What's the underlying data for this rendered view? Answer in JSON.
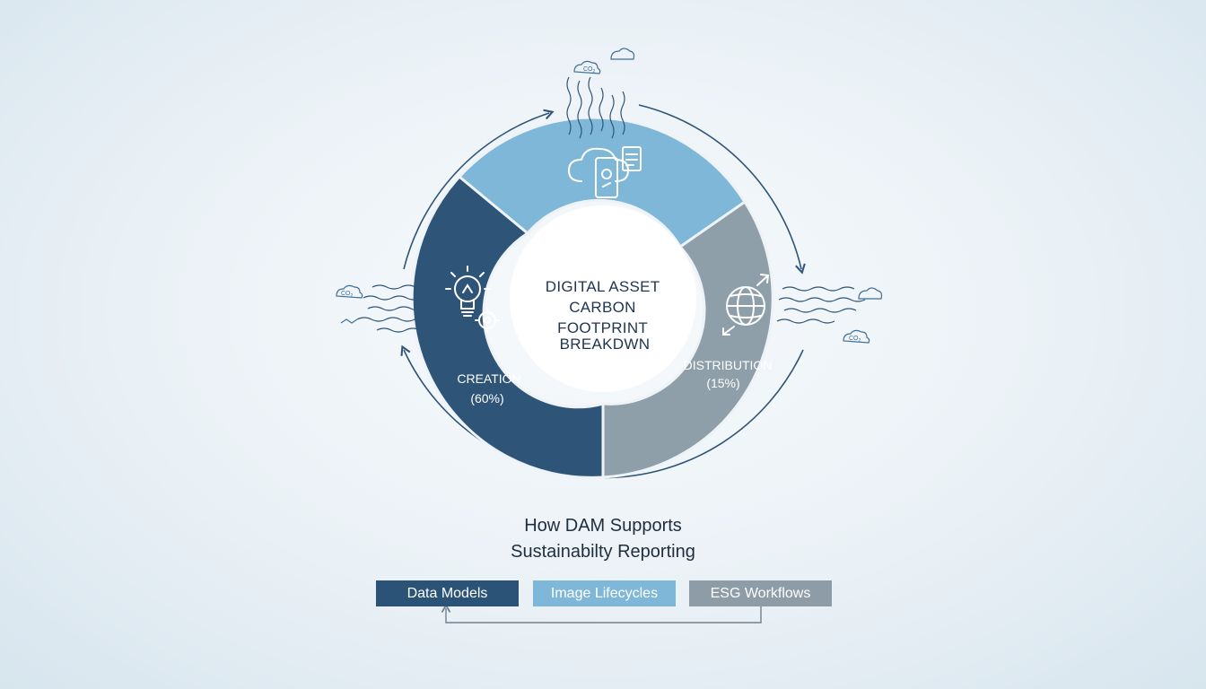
{
  "diagram": {
    "center_title_lines": [
      "DIGITAL ASSET",
      "CARBON",
      "FOOTPRINT",
      "BREAKDWN"
    ],
    "segments": [
      {
        "label": "CREATION",
        "value_text": "(60%)",
        "color": "#2e5478"
      },
      {
        "label": "DISTRIBUTION",
        "value_text": "(15%)",
        "color": "#8e9faa"
      },
      {
        "label": "",
        "value_text": "",
        "color": "#7fb7d9"
      }
    ],
    "co2_label": "CO",
    "co2_subscript": "2",
    "ring_color": "#2e5478"
  },
  "caption": {
    "line1": "How DAM Supports",
    "line2": "Sustainabilty Reporting"
  },
  "pills": [
    {
      "label": "Data Models",
      "color": "#2a5377"
    },
    {
      "label": "Image Lifecycles",
      "color": "#7fb7d9"
    },
    {
      "label": "ESG Workflows",
      "color": "#8d9ca7"
    }
  ]
}
